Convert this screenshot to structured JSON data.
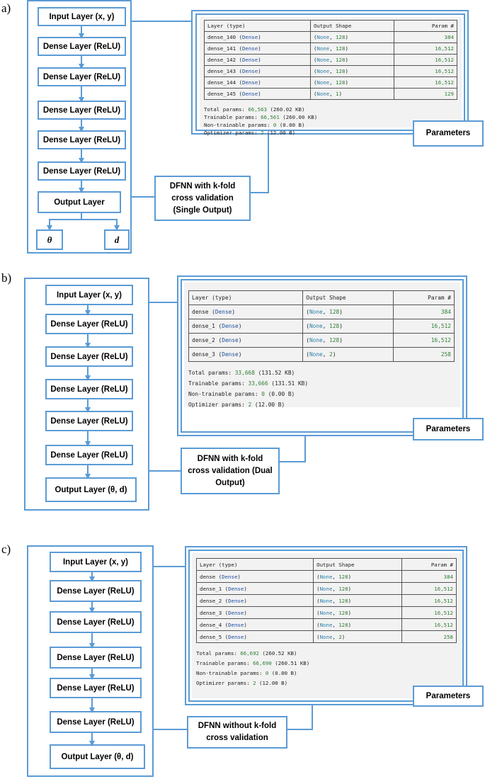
{
  "diagrams": [
    {
      "label": "a)",
      "layers": [
        "Input Layer (x, y)",
        "Dense Layer (ReLU)",
        "Dense Layer (ReLU)",
        "Dense Layer (ReLU)",
        "Dense Layer (ReLU)",
        "Dense Layer (ReLU)",
        "Output Layer"
      ],
      "outputs": [
        "θ",
        "d"
      ],
      "note": [
        "DFNN with k-fold",
        "cross validation",
        "(Single Output)"
      ],
      "params_label": "Parameters",
      "table": {
        "headers": [
          "Layer (type)",
          "Output Shape",
          "Param #"
        ],
        "rows": [
          {
            "name": "dense_140",
            "type": "Dense",
            "shape": "128",
            "params": "384"
          },
          {
            "name": "dense_141",
            "type": "Dense",
            "shape": "128",
            "params": "16,512"
          },
          {
            "name": "dense_142",
            "type": "Dense",
            "shape": "128",
            "params": "16,512"
          },
          {
            "name": "dense_143",
            "type": "Dense",
            "shape": "128",
            "params": "16,512"
          },
          {
            "name": "dense_144",
            "type": "Dense",
            "shape": "128",
            "params": "16,512"
          },
          {
            "name": "dense_145",
            "type": "Dense",
            "shape": "1",
            "params": "129"
          }
        ],
        "summary": [
          {
            "label": "Total params:",
            "value": "66,563",
            "extra": "(260.02 KB)"
          },
          {
            "label": "Trainable params:",
            "value": "66,561",
            "extra": "(260.00 KB)"
          },
          {
            "label": "Non-trainable params:",
            "value": "0",
            "extra": "(0.00 B)"
          },
          {
            "label": "Optimizer params:",
            "value": "2",
            "extra": "(12.00 B)"
          }
        ]
      }
    },
    {
      "label": "b)",
      "layers": [
        "Input Layer (x, y)",
        "Dense Layer (ReLU)",
        "Dense Layer (ReLU)",
        "Dense Layer (ReLU)",
        "Dense Layer (ReLU)",
        "Dense Layer (ReLU)",
        "Output Layer (θ, d)"
      ],
      "note": [
        "DFNN with k-fold",
        "cross validation (Dual",
        "Output)"
      ],
      "params_label": "Parameters",
      "table": {
        "headers": [
          "Layer (type)",
          "Output Shape",
          "Param #"
        ],
        "rows": [
          {
            "name": "dense",
            "type": "Dense",
            "shape": "128",
            "params": "384"
          },
          {
            "name": "dense_1",
            "type": "Dense",
            "shape": "128",
            "params": "16,512"
          },
          {
            "name": "dense_2",
            "type": "Dense",
            "shape": "128",
            "params": "16,512"
          },
          {
            "name": "dense_3",
            "type": "Dense",
            "shape": "2",
            "params": "258"
          }
        ],
        "summary": [
          {
            "label": "Total params:",
            "value": "33,668",
            "extra": "(131.52 KB)"
          },
          {
            "label": "Trainable params:",
            "value": "33,666",
            "extra": "(131.51 KB)"
          },
          {
            "label": "Non-trainable params:",
            "value": "0",
            "extra": "(0.00 B)"
          },
          {
            "label": "Optimizer params:",
            "value": "2",
            "extra": "(12.00 B)"
          }
        ]
      }
    },
    {
      "label": "c)",
      "layers": [
        "Input Layer (x, y)",
        "Dense Layer (ReLU)",
        "Dense Layer (ReLU)",
        "Dense Layer (ReLU)",
        "Dense Layer (ReLU)",
        "Dense Layer (ReLU)",
        "Output Layer (θ, d)"
      ],
      "note": [
        "DFNN without k-fold",
        "cross validation"
      ],
      "params_label": "Parameters",
      "table": {
        "headers": [
          "Layer (type)",
          "Output Shape",
          "Param #"
        ],
        "rows": [
          {
            "name": "dense",
            "type": "Dense",
            "shape": "128",
            "params": "384"
          },
          {
            "name": "dense_1",
            "type": "Dense",
            "shape": "128",
            "params": "16,512"
          },
          {
            "name": "dense_2",
            "type": "Dense",
            "shape": "128",
            "params": "16,512"
          },
          {
            "name": "dense_3",
            "type": "Dense",
            "shape": "128",
            "params": "16,512"
          },
          {
            "name": "dense_4",
            "type": "Dense",
            "shape": "128",
            "params": "16,512"
          },
          {
            "name": "dense_5",
            "type": "Dense",
            "shape": "2",
            "params": "258"
          }
        ],
        "summary": [
          {
            "label": "Total params:",
            "value": "66,692",
            "extra": "(260.52 KB)"
          },
          {
            "label": "Trainable params:",
            "value": "66,690",
            "extra": "(260.51 KB)"
          },
          {
            "label": "Non-trainable params:",
            "value": "0",
            "extra": "(0.00 B)"
          },
          {
            "label": "Optimizer params:",
            "value": "2",
            "extra": "(12.00 B)"
          }
        ]
      }
    }
  ],
  "colors": {
    "line": "#5b9bd5",
    "panel": "#f2f2f2",
    "type": "#1f4fa0",
    "none": "#2a7fa8",
    "number": "#2e7d32"
  }
}
